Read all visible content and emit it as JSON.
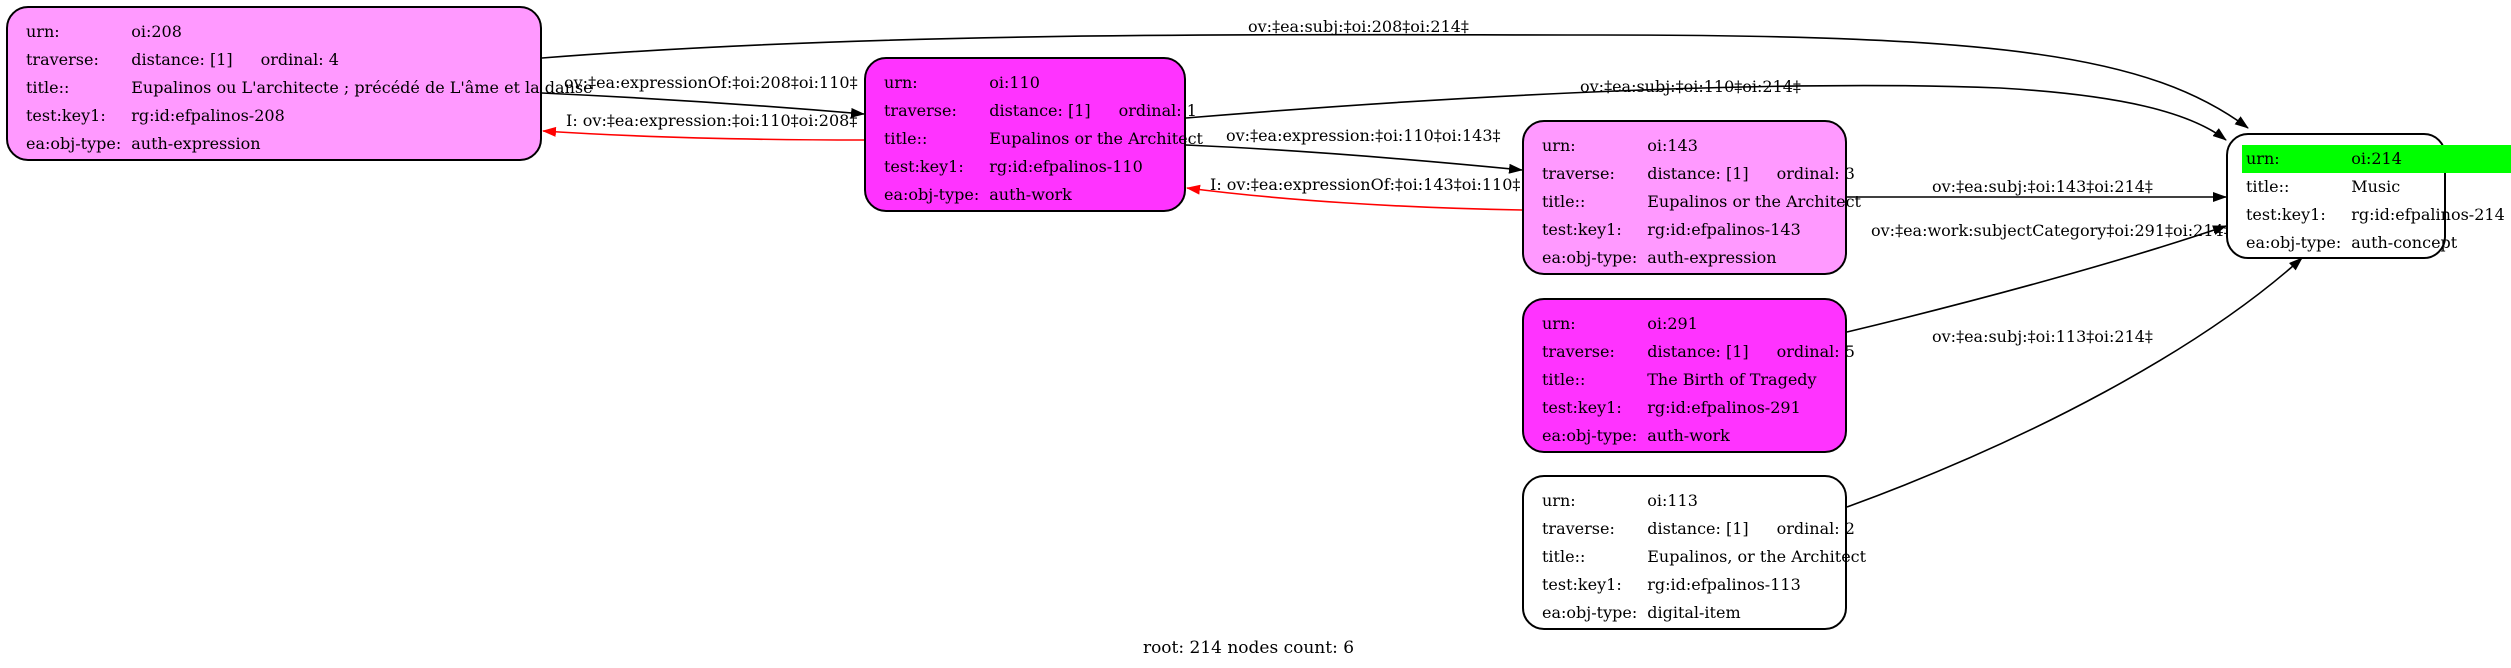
{
  "nodes": {
    "n208": {
      "urn_label": "urn:",
      "urn": "oi:208",
      "traverse_label": "traverse:",
      "distance": "distance: [1]",
      "ordinal": "ordinal: 4",
      "title_label": "title::",
      "title": "Eupalinos ou L'architecte ; précédé de L'âme et la danse",
      "key_label": "test:key1:",
      "key": "rg:id:efpalinos-208",
      "type_label": "ea:obj-type:",
      "type": "auth-expression",
      "fill": "#ff99ff"
    },
    "n110": {
      "urn_label": "urn:",
      "urn": "oi:110",
      "traverse_label": "traverse:",
      "distance": "distance: [1]",
      "ordinal": "ordinal: 1",
      "title_label": "title::",
      "title": "Eupalinos or the Architect",
      "key_label": "test:key1:",
      "key": "rg:id:efpalinos-110",
      "type_label": "ea:obj-type:",
      "type": "auth-work",
      "fill": "#ff33ff"
    },
    "n143": {
      "urn_label": "urn:",
      "urn": "oi:143",
      "traverse_label": "traverse:",
      "distance": "distance: [1]",
      "ordinal": "ordinal: 3",
      "title_label": "title::",
      "title": "Eupalinos or the Architect",
      "key_label": "test:key1:",
      "key": "rg:id:efpalinos-143",
      "type_label": "ea:obj-type:",
      "type": "auth-expression",
      "fill": "#ff99ff"
    },
    "n291": {
      "urn_label": "urn:",
      "urn": "oi:291",
      "traverse_label": "traverse:",
      "distance": "distance: [1]",
      "ordinal": "ordinal: 5",
      "title_label": "title::",
      "title": "The Birth of Tragedy",
      "key_label": "test:key1:",
      "key": "rg:id:efpalinos-291",
      "type_label": "ea:obj-type:",
      "type": "auth-work",
      "fill": "#ff33ff"
    },
    "n113": {
      "urn_label": "urn:",
      "urn": "oi:113",
      "traverse_label": "traverse:",
      "distance": "distance: [1]",
      "ordinal": "ordinal: 2",
      "title_label": "title::",
      "title": "Eupalinos, or the Architect",
      "key_label": "test:key1:",
      "key": "rg:id:efpalinos-113",
      "type_label": "ea:obj-type:",
      "type": "digital-item",
      "fill": "#ffffff"
    },
    "n214": {
      "urn_label": "urn:",
      "urn": "oi:214",
      "title_label": "title::",
      "title": "Music",
      "key_label": "test:key1:",
      "key": "rg:id:efpalinos-214",
      "type_label": "ea:obj-type:",
      "type": "auth-concept",
      "fill": "#ffffff",
      "highlight": "#00ff00"
    }
  },
  "edges": {
    "e208_214": "ov:‡ea:subj:‡oi:208‡oi:214‡",
    "e208_110": "ov:‡ea:expressionOf:‡oi:208‡oi:110‡",
    "e110_208": "I: ov:‡ea:expression:‡oi:110‡oi:208‡",
    "e110_214": "ov:‡ea:subj:‡oi:110‡oi:214‡",
    "e110_143": "ov:‡ea:expression:‡oi:110‡oi:143‡",
    "e143_110": "I: ov:‡ea:expressionOf:‡oi:143‡oi:110‡",
    "e143_214": "ov:‡ea:subj:‡oi:143‡oi:214‡",
    "e291_214": "ov:‡ea:work:subjectCategory‡oi:291‡oi:214‡",
    "e113_214": "ov:‡ea:subj:‡oi:113‡oi:214‡"
  },
  "colors": {
    "edge": "#000000",
    "inverse_edge": "#ff0000"
  },
  "footer": "root: 214 nodes count: 6"
}
